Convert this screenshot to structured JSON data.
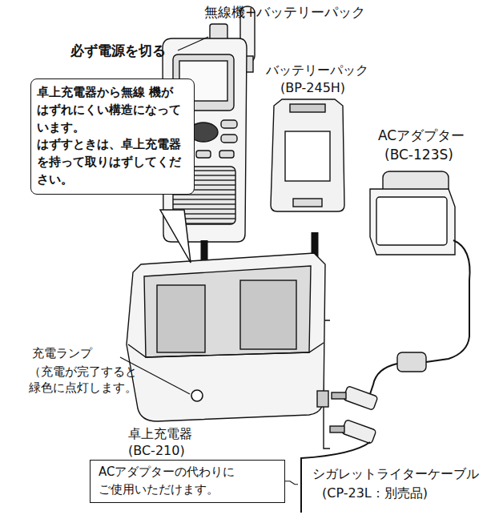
{
  "diagram": {
    "nodes": [
      {
        "text": [
          "卓上充電器から無線 機が はずれにくい構造になっています。",
          "はずすときは、卓上充電器を持って取りはずしてください。"
        ]
      },
      {
        "text": [
          "ACアダプターの代わりに ご使用いただけます。"
        ]
      }
    ],
    "labels": [
      "無線機+バッテリーパック",
      "必ず電源を切る",
      "バッテリーパック",
      "(BP-245H)",
      "ACアダプター",
      "(BC-123S)",
      "充電ランプ",
      "（充電が完了すると 緑色に点灯します。",
      "卓上充電器",
      "(BC-210)",
      "シガレットライターケーブル",
      "(CP-23L：別売品)"
    ]
  }
}
